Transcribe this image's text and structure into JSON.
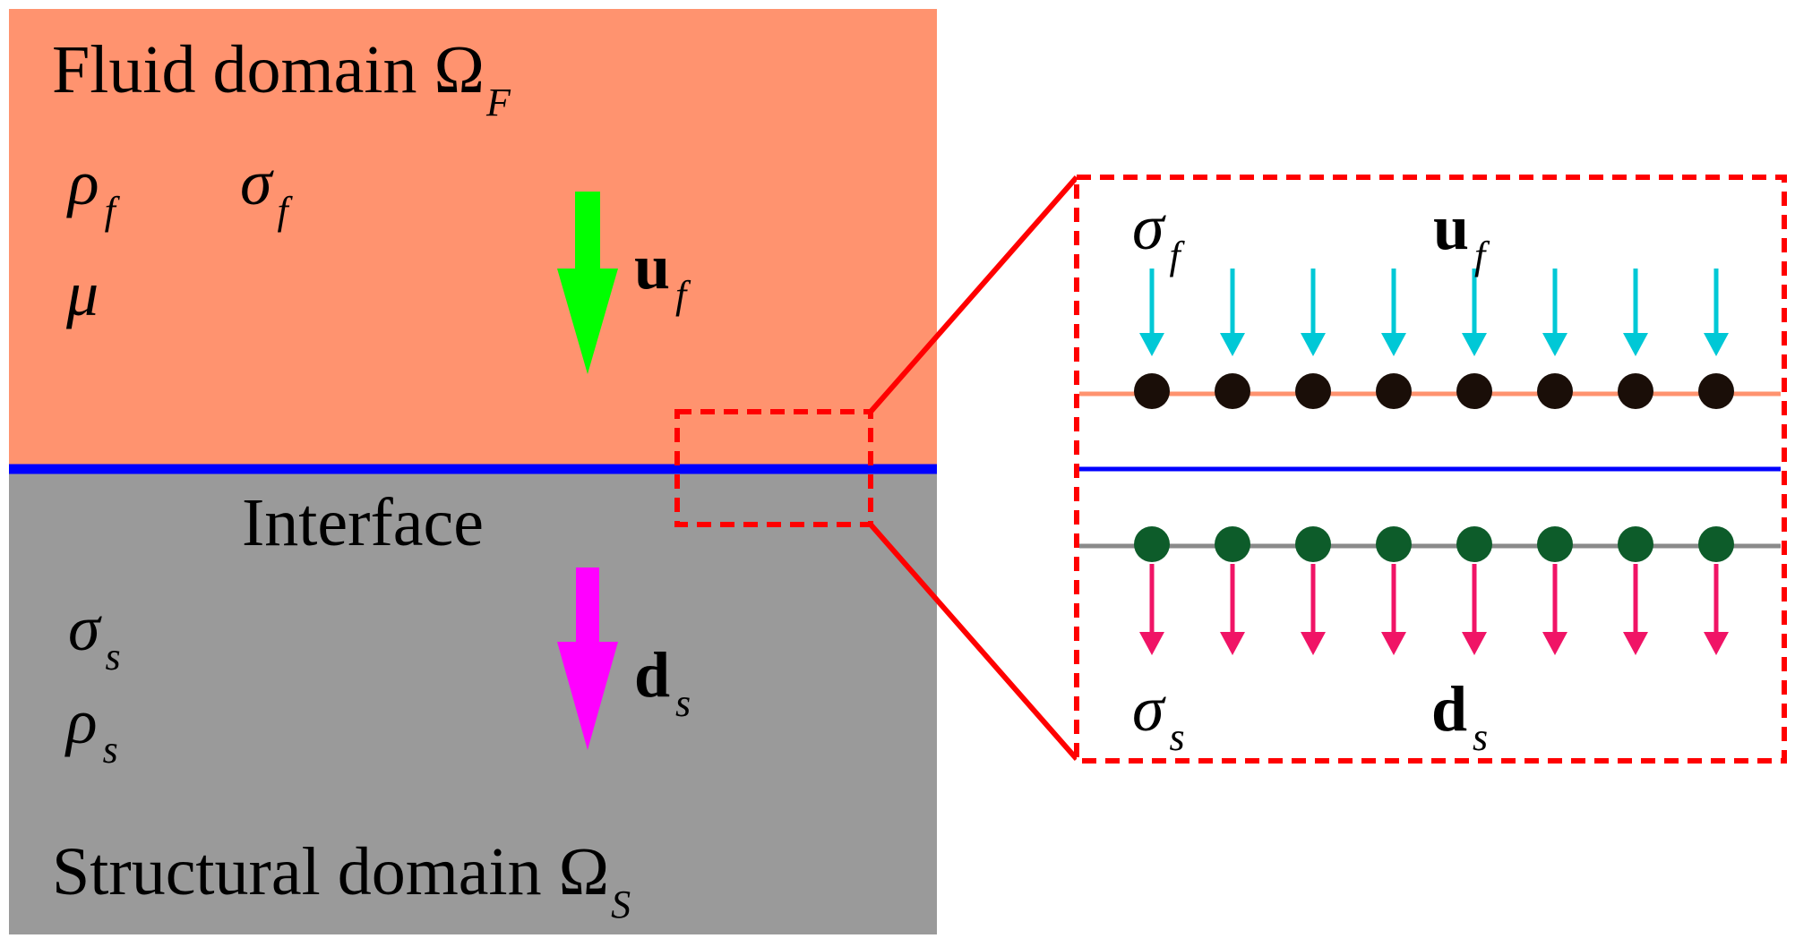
{
  "colors": {
    "fluid": "#ff936f",
    "solid": "#9a9a9a",
    "interface_line": "#0000ff",
    "velocity_arrow": "#00ff00",
    "displacement_arrow": "#ff00ff",
    "zoom_box": "#ff0000",
    "fluid_stress_arrows": "#00c8d6",
    "solid_stress_arrows": "#f01466",
    "fluid_nodes": "#1a0e08",
    "solid_nodes": "#0d5c2a",
    "fluid_line": "#ff936f",
    "solid_line": "#8a8a8a"
  },
  "icons": {
    "velocity": "arrow-down-icon",
    "displacement": "arrow-down-icon",
    "node": "circle-node-icon"
  },
  "left": {
    "fluid_title": "Fluid domain",
    "fluid_omega": "Ω",
    "fluid_omega_sub": "F",
    "rho_f": "ρ",
    "rho_f_sub": "f",
    "sigma_f": "σ",
    "sigma_f_sub": "f",
    "mu": "μ",
    "u_f": "u",
    "u_f_sub": "f",
    "interface_label": "Interface",
    "sigma_s": "σ",
    "sigma_s_sub": "s",
    "rho_s": "ρ",
    "rho_s_sub": "s",
    "d_s": "d",
    "d_s_sub": "s",
    "solid_title": "Structural domain",
    "solid_omega": "Ω",
    "solid_omega_sub": "S"
  },
  "zoom": {
    "sigma_f": "σ",
    "sigma_f_sub": "f",
    "u_f": "u",
    "u_f_sub": "f",
    "sigma_s": "σ",
    "sigma_s_sub": "s",
    "d_s": "d",
    "d_s_sub": "s",
    "node_count": 8
  }
}
